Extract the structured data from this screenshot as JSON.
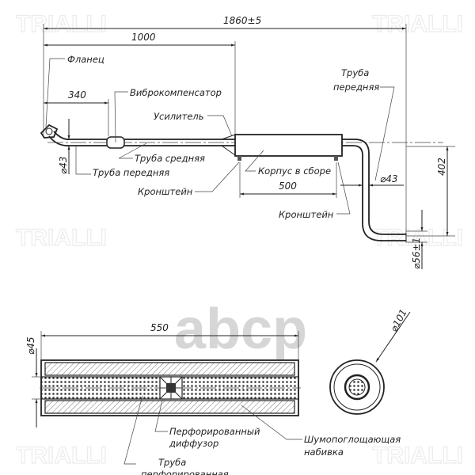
{
  "watermark": "TRIALLI",
  "logo": "abcp",
  "top_view": {
    "dim_total": "1860±5",
    "dim_1000": "1000",
    "dim_340": "340",
    "dim_500": "500",
    "dim_402": "402",
    "dia_front_left": "⌀43",
    "dia_front_right": "⌀43",
    "dia_outlet": "⌀56±1",
    "labels": {
      "flange": "Фланец",
      "flex": "Виброкомпенсатор",
      "reinforcement": "Усилитель",
      "middle_pipe": "Труба средняя",
      "front_pipe_left": "Труба передняя",
      "bracket_left": "Кронштейн",
      "housing": "Корпус в сборе",
      "bracket_right": "Кронштейн",
      "front_pipe_right_1": "Труба",
      "front_pipe_right_2": "передняя"
    }
  },
  "section_view": {
    "dim_length": "550",
    "dim_dia_inner": "⌀45",
    "dim_dia_outer": "⌀101",
    "labels": {
      "diffuser_1": "Перфорированный",
      "diffuser_2": "диффузор",
      "packing_1": "Шумопоглощающая",
      "packing_2": "набивка",
      "pipe_1": "Труба",
      "pipe_2": "перфорированная"
    }
  }
}
